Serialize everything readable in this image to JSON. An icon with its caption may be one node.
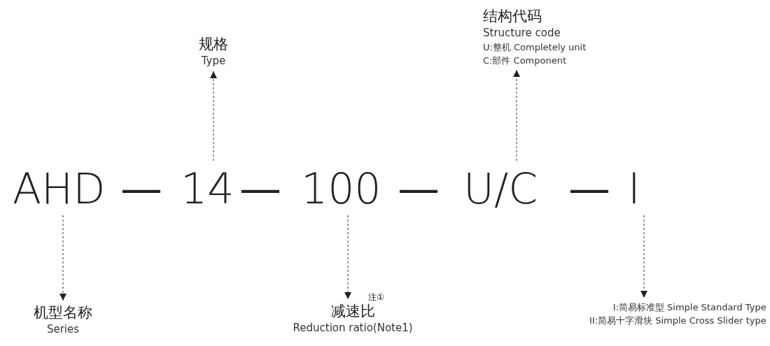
{
  "diagram": {
    "nodes": [
      {
        "text": [
          "AHD"
        ]
      },
      {
        "text": [
          "14"
        ]
      },
      {
        "text": [
          "100"
        ]
      },
      {
        "text": [
          "U/C"
        ]
      },
      {
        "text": [
          "I"
        ]
      },
      {
        "text": [
          "规格",
          "Type"
        ]
      },
      {
        "text": [
          "结构代码",
          "Structure code",
          "U:整机  Completely unit",
          "C:部件  Component"
        ]
      },
      {
        "text": [
          "机型名称",
          "Series"
        ]
      },
      {
        "text": [
          "减速比",
          "Reduction ratio(Note1)"
        ],
        "beside": [
          "注①"
        ]
      },
      {
        "text": [
          "I:简易标准型  Simple Standard Type",
          "II:简易十字滑块  Simple Cross Slider type"
        ]
      }
    ],
    "edges": [
      {
        "from": 1,
        "to": 5,
        "arrow": "to",
        "style": "dashed"
      },
      {
        "from": 3,
        "to": 6,
        "arrow": "to",
        "style": "dashed"
      },
      {
        "from": 0,
        "to": 7,
        "arrow": "to",
        "style": "dashed"
      },
      {
        "from": 2,
        "to": 8,
        "arrow": "to",
        "style": "dashed"
      },
      {
        "from": 4,
        "to": 9,
        "arrow": "to",
        "style": "dashed"
      }
    ],
    "labels": [
      "—",
      "—",
      "—",
      "—"
    ]
  }
}
